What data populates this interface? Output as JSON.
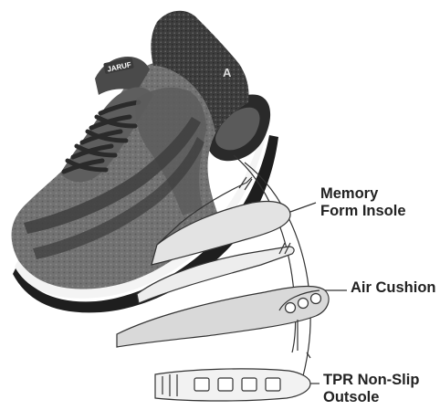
{
  "product": {
    "logo_text": "JARUF",
    "colors": {
      "upper": "#6f6f6f",
      "upper_dark": "#4a4a4a",
      "knit_dark": "#2b2b2b",
      "sole": "#1e1e1e",
      "midsole_white": "#f4f4f4",
      "outline": "#3a3a3a",
      "layer_fill": "#d9d9d9",
      "layer_light": "#ececec"
    }
  },
  "callouts": {
    "memory_foam": {
      "line1": "Memory",
      "line2": "Form Insole"
    },
    "air_cushion": {
      "line1": "Air Cushion"
    },
    "outsole": {
      "line1": "TPR Non-Slip",
      "line2": "Outsole"
    }
  }
}
